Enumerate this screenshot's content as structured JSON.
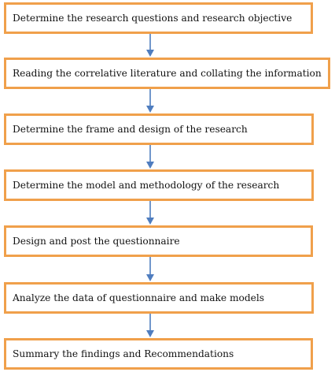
{
  "colors": {
    "box_border": "#f0a04b",
    "arrow": "#4f7dbf",
    "text": "#111111",
    "background": "#ffffff"
  },
  "steps": [
    {
      "label": "Determine the research questions and research objective"
    },
    {
      "label": "Reading the correlative literature and collating the information"
    },
    {
      "label": "Determine the frame and design of the research"
    },
    {
      "label": "Determine the model and methodology of the research"
    },
    {
      "label": "Design and post the questionnaire"
    },
    {
      "label": "Analyze the data of questionnaire and make models"
    },
    {
      "label": "Summary the findings and Recommendations"
    }
  ],
  "arrows": [
    {
      "from": 0,
      "to": 1,
      "icon": "down-arrow-icon"
    },
    {
      "from": 1,
      "to": 2,
      "icon": "down-arrow-icon"
    },
    {
      "from": 2,
      "to": 3,
      "icon": "down-arrow-icon"
    },
    {
      "from": 3,
      "to": 4,
      "icon": "down-arrow-icon"
    },
    {
      "from": 4,
      "to": 5,
      "icon": "down-arrow-icon"
    },
    {
      "from": 5,
      "to": 6,
      "icon": "down-arrow-icon"
    }
  ]
}
